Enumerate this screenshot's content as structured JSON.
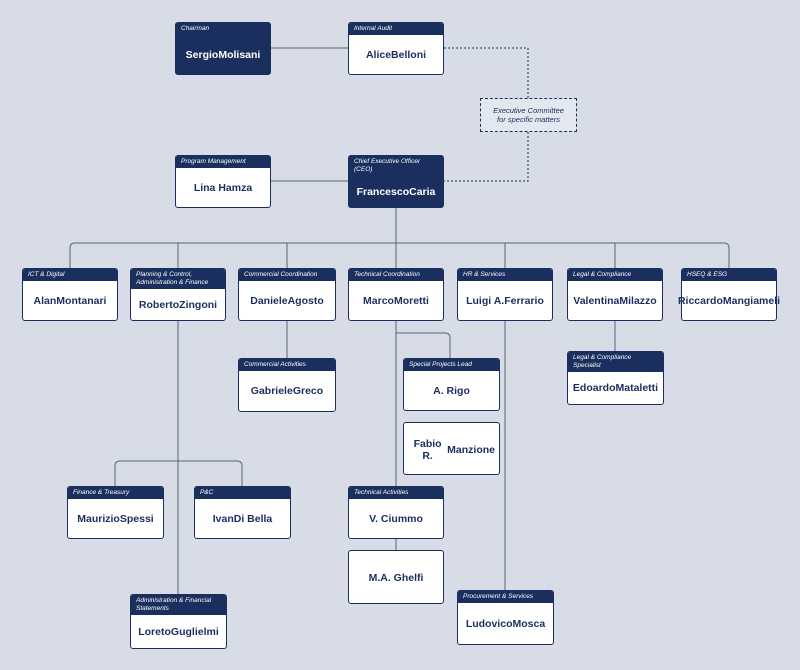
{
  "committee": {
    "line1": "Executive Committee",
    "line2": "for specific matters"
  },
  "nodes": {
    "chairman": {
      "role": "Chairman",
      "name1": "Sergio",
      "name2": "Molisani"
    },
    "internal_audit": {
      "role": "Internal Audit",
      "name1": "Alice",
      "name2": "Belloni"
    },
    "program_management": {
      "role": "Program Management",
      "name1": "Lina Hamza",
      "name2": ""
    },
    "ceo": {
      "role": "Chief Executive Officer (CEO)",
      "name1": "Francesco",
      "name2": "Caria"
    },
    "ict": {
      "role": "ICT & Digital",
      "name1": "Alan",
      "name2": "Montanari"
    },
    "planning": {
      "role": "Planning & Control, Administration & Finance",
      "name1": "Roberto",
      "name2": "Zingoni"
    },
    "commercial": {
      "role": "Commercial Coordination",
      "name1": "Daniele",
      "name2": "Agosto"
    },
    "technical": {
      "role": "Technical Coordination",
      "name1": "Marco",
      "name2": "Moretti"
    },
    "hr": {
      "role": "HR & Services",
      "name1": "Luigi A.",
      "name2": "Ferrario"
    },
    "legal": {
      "role": "Legal & Compliance",
      "name1": "Valentina",
      "name2": "Milazzo"
    },
    "hseq": {
      "role": "HSEQ & ESG",
      "name1": "Riccardo",
      "name2": "Mangiameli"
    },
    "commercial_activities": {
      "role": "Commercial Activities",
      "name1": "Gabriele",
      "name2": "Greco"
    },
    "special_projects": {
      "role": "Special Projects Lead",
      "name1": "A. Rigo",
      "name2": ""
    },
    "manzione": {
      "role": "",
      "name1": "Fabio R.",
      "name2": "Manzione"
    },
    "legal_specialist": {
      "role": "Legal & Compliance Specialist",
      "name1": "Edoardo",
      "name2": "Mataletti"
    },
    "finance": {
      "role": "Finance & Treasury",
      "name1": "Maurizio",
      "name2": "Spessi"
    },
    "pc": {
      "role": "P&C",
      "name1": "Ivan",
      "name2": "Di Bella"
    },
    "technical_activities": {
      "role": "Technical Activities",
      "name1": "V. Ciummo",
      "name2": ""
    },
    "ghelfi": {
      "role": "",
      "name1": "M.A. Ghelfi",
      "name2": ""
    },
    "procurement": {
      "role": "Procurement & Services",
      "name1": "Ludovico",
      "name2": "Mosca"
    },
    "admin_statements": {
      "role": "Administration & Financial Statements",
      "name1": "Loreto",
      "name2": "Guglielmi"
    }
  },
  "colors": {
    "navy": "#1a2f5e",
    "background": "#d7dce6",
    "line": "#5a6375"
  }
}
